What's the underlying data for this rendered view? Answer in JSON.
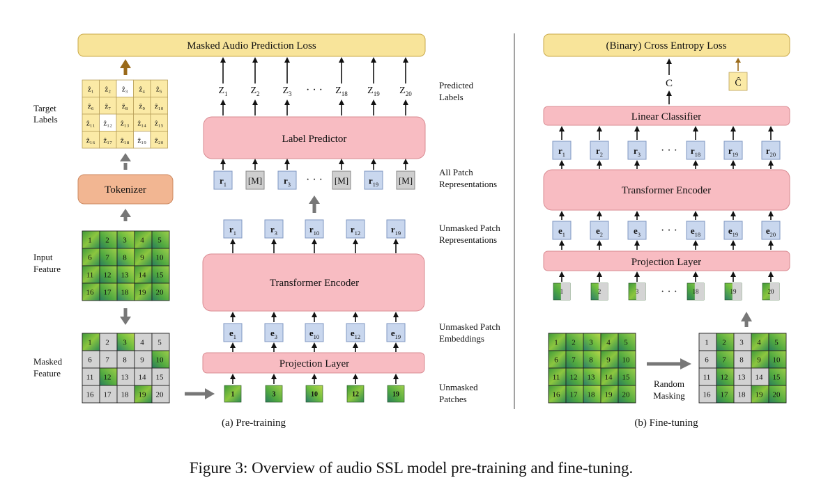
{
  "pretrain": {
    "loss_label": "Masked Audio Prediction Loss",
    "label_predictor": "Label Predictor",
    "transformer_encoder": "Transformer Encoder",
    "projection_layer": "Projection Layer",
    "tokenizer": "Tokenizer",
    "caption": "(a) Pre-training",
    "z_labels": [
      {
        "b": "Z",
        "s": "1"
      },
      {
        "b": "Z",
        "s": "2"
      },
      {
        "b": "Z",
        "s": "3"
      },
      {
        "b": "Z",
        "s": "18"
      },
      {
        "b": "Z",
        "s": "19"
      },
      {
        "b": "Z",
        "s": "20"
      }
    ],
    "all_reps": [
      {
        "b": "r",
        "s": "1",
        "masked": false
      },
      {
        "b": "[M]",
        "s": "",
        "masked": true
      },
      {
        "b": "r",
        "s": "3",
        "masked": false
      },
      {
        "b": "[M]",
        "s": "",
        "masked": true
      },
      {
        "b": "r",
        "s": "19",
        "masked": false
      },
      {
        "b": "[M]",
        "s": "",
        "masked": true
      }
    ],
    "unmasked_reps": [
      {
        "b": "r",
        "s": "1"
      },
      {
        "b": "r",
        "s": "3"
      },
      {
        "b": "r",
        "s": "10"
      },
      {
        "b": "r",
        "s": "12"
      },
      {
        "b": "r",
        "s": "19"
      }
    ],
    "unmasked_embeddings": [
      {
        "b": "e",
        "s": "1"
      },
      {
        "b": "e",
        "s": "3"
      },
      {
        "b": "e",
        "s": "10"
      },
      {
        "b": "e",
        "s": "12"
      },
      {
        "b": "e",
        "s": "19"
      }
    ],
    "unmasked_patches": [
      "1",
      "3",
      "10",
      "12",
      "19"
    ],
    "ellipsis": "· · ·",
    "target_labels": [
      "ẑ₁",
      "ẑ₂",
      "ẑ₃",
      "ẑ₄",
      "ẑ₅",
      "ẑ₆",
      "ẑ₇",
      "ẑ₈",
      "ẑ₉",
      "ẑ₁₀",
      "ẑ₁₁",
      "ẑ₁₂",
      "ẑ₁₃",
      "ẑ₁₄",
      "ẑ₁₅",
      "ẑ₁₆",
      "ẑ₁₇",
      "ẑ₁₈",
      "ẑ₁₉",
      "ẑ₂₀"
    ],
    "target_highlight": [
      true,
      true,
      false,
      true,
      true,
      true,
      true,
      true,
      true,
      true,
      true,
      false,
      true,
      true,
      true,
      true,
      true,
      true,
      false,
      true
    ],
    "input_cells": [
      "1",
      "2",
      "3",
      "4",
      "5",
      "6",
      "7",
      "8",
      "9",
      "10",
      "11",
      "12",
      "13",
      "14",
      "15",
      "16",
      "17",
      "18",
      "19",
      "20"
    ],
    "masked_visible": [
      true,
      false,
      true,
      false,
      false,
      false,
      false,
      false,
      false,
      true,
      false,
      true,
      false,
      false,
      false,
      false,
      false,
      false,
      true,
      false
    ]
  },
  "side_labels": {
    "target_labels": [
      "Target",
      "Labels"
    ],
    "input_feature": [
      "Input",
      "Feature"
    ],
    "masked_feature": [
      "Masked",
      "Feature"
    ],
    "predicted_labels": [
      "Predicted",
      "Labels"
    ],
    "all_patch_reps": [
      "All Patch",
      "Representations"
    ],
    "unmasked_patch_reps": [
      "Unmasked Patch",
      "Representations"
    ],
    "unmasked_patch_emb": [
      "Unmasked Patch",
      "Embeddings"
    ],
    "unmasked_patches": [
      "Unmasked",
      "Patches"
    ]
  },
  "finetune": {
    "loss_label": "(Binary) Cross Entropy Loss",
    "linear_classifier": "Linear Classifier",
    "transformer_encoder": "Transformer Encoder",
    "projection_layer": "Projection Layer",
    "c_label": "C",
    "c_hat_label": "Ĉ",
    "caption": "(b) Fine-tuning",
    "random_masking": [
      "Random",
      "Masking"
    ],
    "reps": [
      {
        "b": "r",
        "s": "1"
      },
      {
        "b": "r",
        "s": "2"
      },
      {
        "b": "r",
        "s": "3"
      },
      {
        "b": "r",
        "s": "18"
      },
      {
        "b": "r",
        "s": "19"
      },
      {
        "b": "r",
        "s": "20"
      }
    ],
    "embeddings": [
      {
        "b": "e",
        "s": "1"
      },
      {
        "b": "e",
        "s": "2"
      },
      {
        "b": "e",
        "s": "3"
      },
      {
        "b": "e",
        "s": "18"
      },
      {
        "b": "e",
        "s": "19"
      },
      {
        "b": "e",
        "s": "20"
      }
    ],
    "patches": [
      "1",
      "2",
      "3",
      "18",
      "19",
      "20"
    ],
    "ellipsis": "· · ·",
    "input_cells": [
      "1",
      "2",
      "3",
      "4",
      "5",
      "6",
      "7",
      "8",
      "9",
      "10",
      "11",
      "12",
      "13",
      "14",
      "15",
      "16",
      "17",
      "18",
      "19",
      "20"
    ],
    "masked_visible": [
      false,
      true,
      false,
      true,
      true,
      false,
      true,
      false,
      true,
      true,
      false,
      true,
      false,
      false,
      true,
      false,
      true,
      false,
      true,
      true
    ]
  },
  "figure_caption": "Figure 3: Overview of audio SSL model pre-training and fine-tuning.",
  "colors": {
    "loss": "#f8e49a",
    "block": "#f8bcc2",
    "tokenizer": "#f2b692",
    "rep_box": "#c9d7ee",
    "mask_box": "#cfcfcf",
    "spectrogram": "#5fae48"
  }
}
